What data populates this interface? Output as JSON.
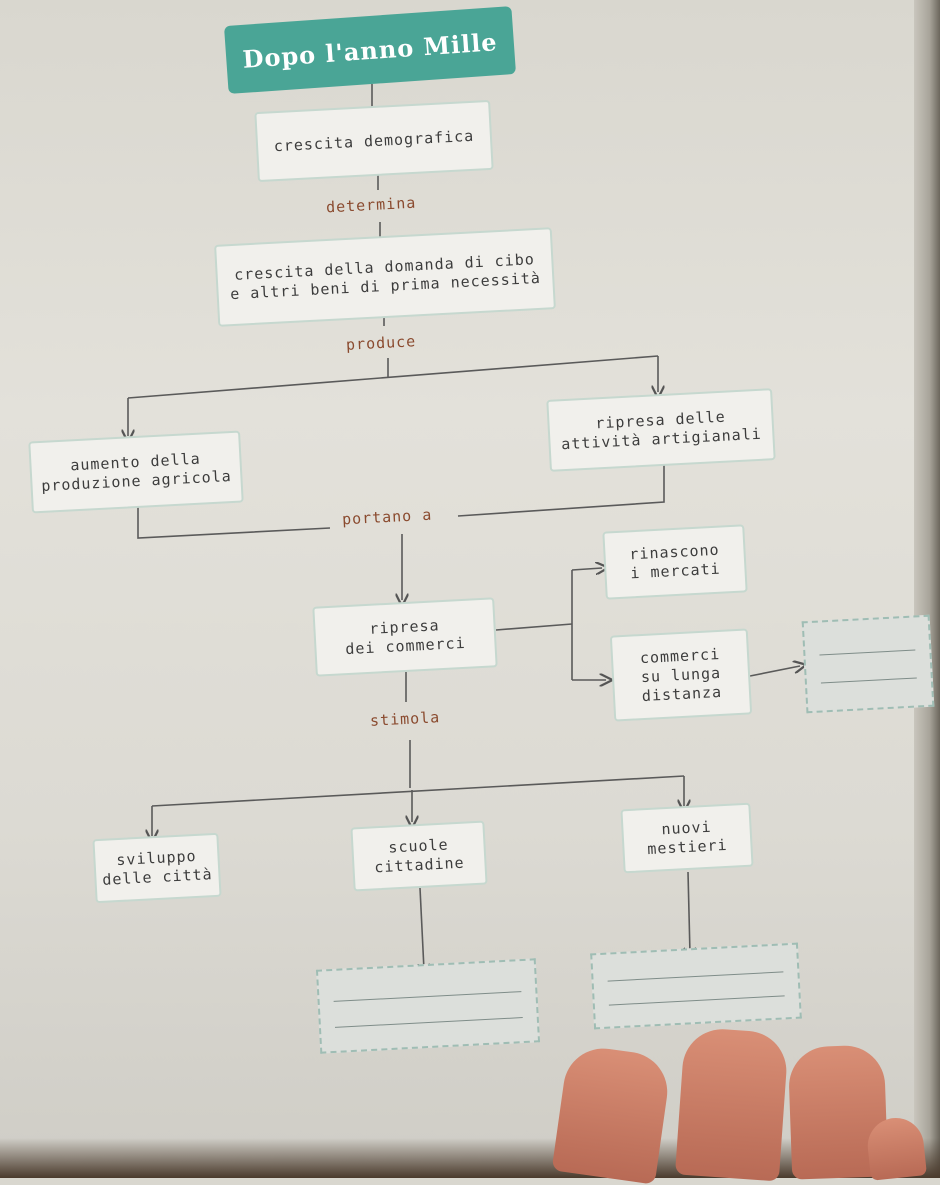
{
  "diagram": {
    "title": "Dopo l'anno Mille",
    "nodes": {
      "crescita": "crescita demografica",
      "domanda_1": "crescita della domanda di cibo",
      "domanda_2": "e altri beni di prima necessità",
      "agricola_1": "aumento della",
      "agricola_2": "produzione agricola",
      "artigianali_1": "ripresa delle",
      "artigianali_2": "attività artigianali",
      "mercati_1": "rinascono",
      "mercati_2": "i mercati",
      "commerci_1": "ripresa",
      "commerci_2": "dei commerci",
      "lunga_1": "commerci",
      "lunga_2": "su lunga",
      "lunga_3": "distanza",
      "citta_1": "sviluppo",
      "citta_2": "delle città",
      "scuole_1": "scuole",
      "scuole_2": "cittadine",
      "mestieri_1": "nuovi",
      "mestieri_2": "mestieri"
    },
    "verbs": {
      "determina": "determina",
      "produce": "produce",
      "portano": "portano a",
      "stimola": "stimola"
    },
    "colors": {
      "title_bg": "#4aa596",
      "verb_text": "#8a4a2e",
      "box_border": "#c6d8cf",
      "blank_border": "#9fbdb4"
    }
  }
}
